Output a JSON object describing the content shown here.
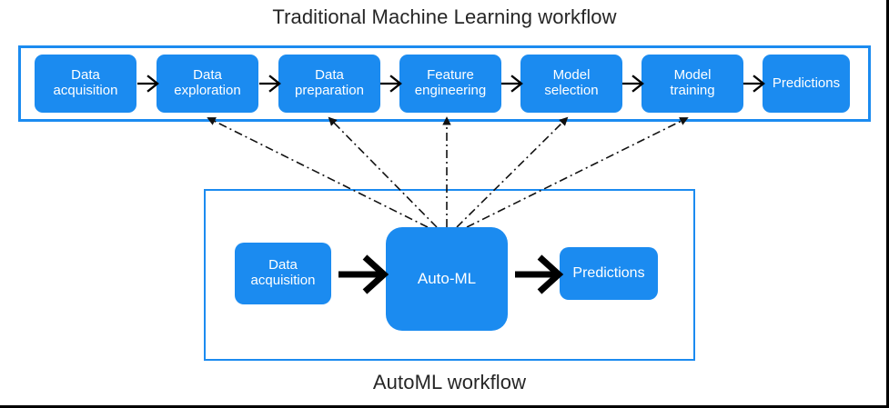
{
  "titles": {
    "top": "Traditional Machine Learning workflow",
    "bottom": "AutoML workflow"
  },
  "colors": {
    "node_blue": "#1b8bf0",
    "frame_blue": "#1b8bf0",
    "node_text": "#ffffff",
    "title_text": "#262626",
    "arrow_solid": "#000000",
    "arrow_dashed": "#000000",
    "page_border": "#000000",
    "background": "#ffffff"
  },
  "traditional_workflow": {
    "frame_label": "Traditional Machine Learning workflow",
    "steps": [
      {
        "id": "data-acquisition",
        "label": "Data\nacquisition"
      },
      {
        "id": "data-exploration",
        "label": "Data\nexploration"
      },
      {
        "id": "data-preparation",
        "label": "Data\npreparation"
      },
      {
        "id": "feature-engineering",
        "label": "Feature\nengineering"
      },
      {
        "id": "model-selection",
        "label": "Model\nselection"
      },
      {
        "id": "model-training",
        "label": "Model\ntraining"
      },
      {
        "id": "predictions",
        "label": "Predictions"
      }
    ],
    "connector_count": 6,
    "connector_style": "solid-arrow-right"
  },
  "automl_workflow": {
    "frame_label": "AutoML workflow",
    "steps": [
      {
        "id": "data-acquisition",
        "label": "Data\nacquisition"
      },
      {
        "id": "auto-ml",
        "label": "Auto-ML"
      },
      {
        "id": "predictions",
        "label": "Predictions"
      }
    ],
    "connector_count": 2,
    "connector_style": "thick-solid-arrow-right"
  },
  "automation_links": {
    "description": "Dashed arrows from the Auto-ML box up to the traditional steps it automates",
    "style": "dash-dot-arrow",
    "source": "auto-ml",
    "targets": [
      "data-exploration",
      "data-preparation",
      "feature-engineering",
      "model-selection",
      "model-training"
    ]
  }
}
